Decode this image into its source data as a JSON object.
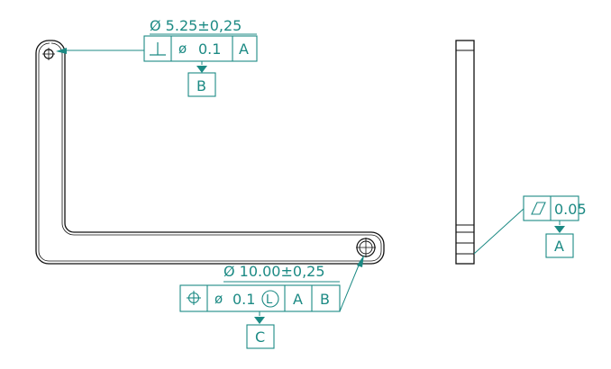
{
  "colors": {
    "annotation": "#1c8a84",
    "part_outline": "#111111",
    "background": "#ffffff"
  },
  "annotations": {
    "top_hole_dimension": "Ø 5.25±0,25",
    "top_fcf": {
      "symbol_icon": "perpendicularity-icon",
      "tolerance_prefix": "ø",
      "tolerance": "0.1",
      "datum": "A"
    },
    "datum_b": "B",
    "bottom_hole_dimension": "Ø 10.00±0,25",
    "bottom_fcf": {
      "symbol_icon": "position-icon",
      "tolerance_prefix": "ø",
      "tolerance": "0.1",
      "modifier": "L",
      "datum_1": "A",
      "datum_2": "B"
    },
    "datum_c": "C",
    "side_fcf": {
      "symbol_icon": "flatness-icon",
      "tolerance": "0.05"
    },
    "datum_a": "A"
  }
}
